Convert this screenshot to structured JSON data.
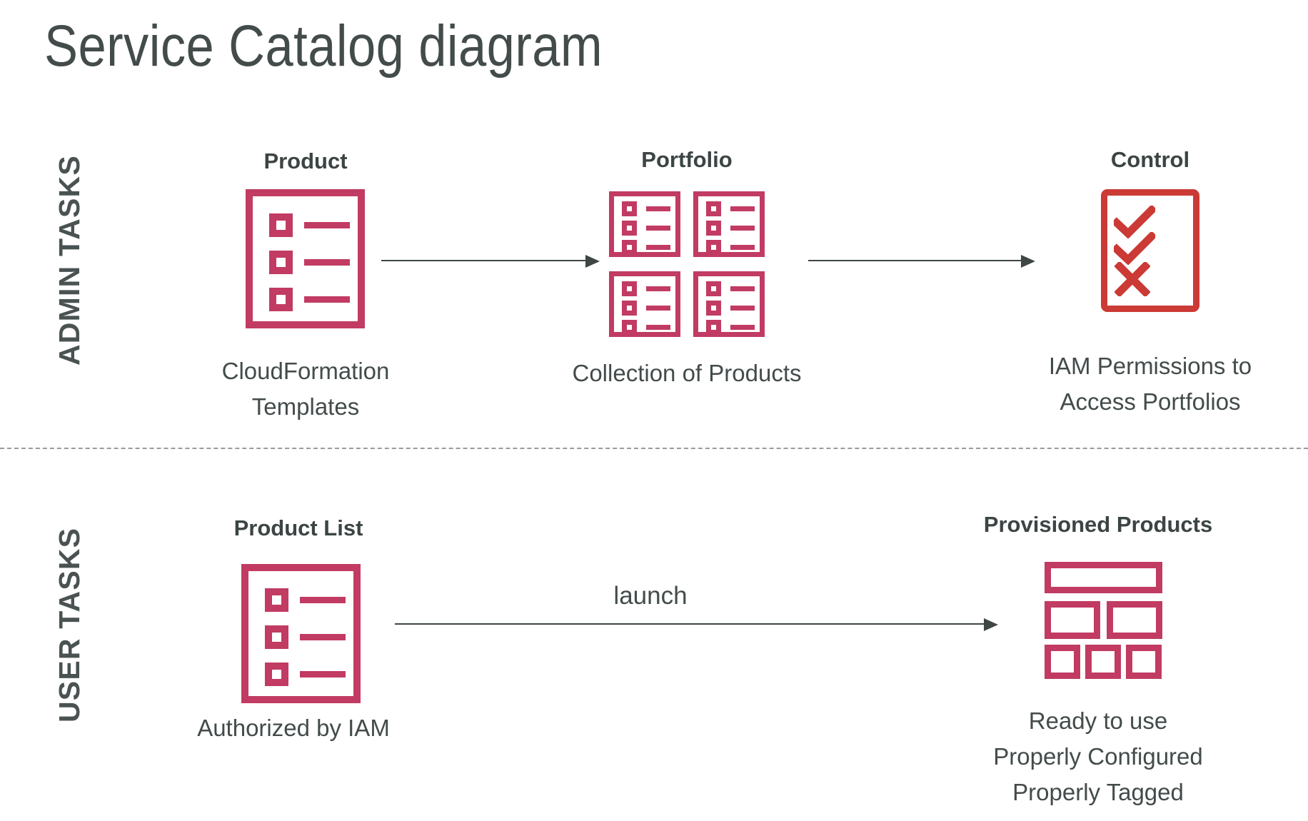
{
  "title": "Service Catalog diagram",
  "colors": {
    "accent_magenta": "#C13B63",
    "accent_red": "#CB3A35",
    "text_dark": "#434B4B",
    "arrow": "#3E4646",
    "divider": "#9b9b9b",
    "background": "#FFFFFF"
  },
  "sections": {
    "admin": {
      "label": "ADMIN TASKS"
    },
    "user": {
      "label": "USER TASKS"
    }
  },
  "nodes": {
    "product": {
      "heading": "Product",
      "caption": "CloudFormation\nTemplates",
      "icon": "product-list-icon"
    },
    "portfolio": {
      "heading": "Portfolio",
      "caption": "Collection of Products",
      "icon": "portfolio-grid-icon"
    },
    "control": {
      "heading": "Control",
      "caption": "IAM Permissions to\nAccess Portfolios",
      "icon": "checklist-icon",
      "marks": [
        "check",
        "check",
        "cross"
      ]
    },
    "product_list": {
      "heading": "Product List",
      "caption": "Authorized by IAM",
      "icon": "product-list-icon"
    },
    "provisioned_products": {
      "heading": "Provisioned Products",
      "caption": "Ready to use\nProperly Configured\nProperly Tagged",
      "icon": "layout-blocks-icon"
    }
  },
  "arrows": {
    "product_to_portfolio": {
      "label": ""
    },
    "portfolio_to_control": {
      "label": ""
    },
    "productlist_to_provisioned": {
      "label": "launch"
    }
  }
}
